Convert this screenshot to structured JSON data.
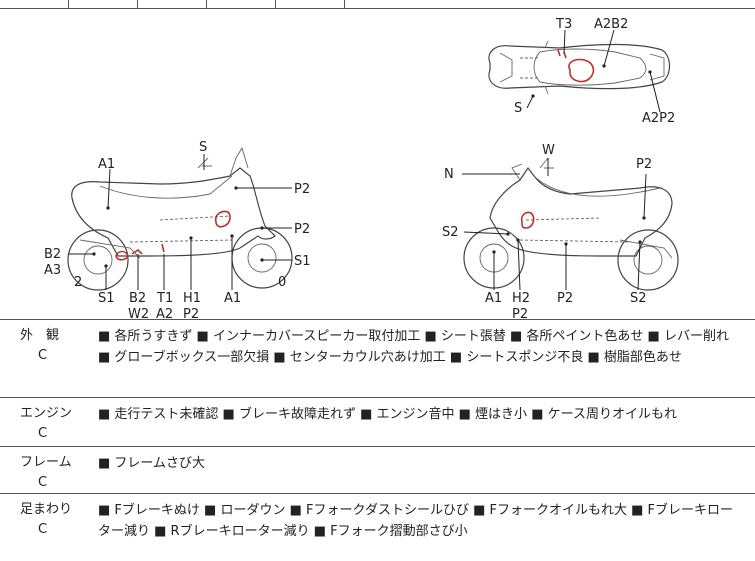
{
  "diagram": {
    "top_view_labels": {
      "t3": "T3",
      "a2b2": "A2B2",
      "s": "S",
      "a2p2": "A2P2"
    },
    "left_view_labels": {
      "s_top": "S",
      "a1_top": "A1",
      "p2_upper": "P2",
      "p2_mid": "P2",
      "b2a3": "B2",
      "a3": "A3",
      "two": "2",
      "s1_right": "S1",
      "zero": "0",
      "s1_bottom": "S1",
      "b2w2_b2": "B2",
      "b2w2_w2": "W2",
      "t1": "T1",
      "a2": "A2",
      "h1": "H1",
      "p2_bottom": "P2",
      "a1_bottom": "A1"
    },
    "right_view_labels": {
      "n": "N",
      "w": "W",
      "p2_top": "P2",
      "s2_left": "S2",
      "a1": "A1",
      "h2": "H2",
      "p2_h2": "P2",
      "p2_bottom": "P2",
      "s2_bottom": "S2"
    }
  },
  "sections": [
    {
      "title": "外　観",
      "grade": "C",
      "text": "■ 各所うすきず ■ インナーカバースピーカー取付加工 ■ シート張替 ■ 各所ペイント色あせ ■ レバー削れ ■ グローブボックス一部欠損 ■ センターカウル穴あけ加工 ■ シートスポンジ不良 ■ 樹脂部色あせ"
    },
    {
      "title": "エンジン",
      "grade": "C",
      "text": "■ 走行テスト未確認 ■ ブレーキ故障走れず ■ エンジン音中 ■ 煙はき小 ■ ケース周りオイルもれ"
    },
    {
      "title": "フレーム",
      "grade": "C",
      "text": "■ フレームさび大"
    },
    {
      "title": "足まわり",
      "grade": "C",
      "text": "■ Fブレーキぬけ ■ ローダウン ■ Fフォークダストシールひび ■ Fフォークオイルもれ大 ■ Fブレーキローター減り ■ Rブレーキローター減り ■ Fフォーク摺動部さび小"
    }
  ]
}
